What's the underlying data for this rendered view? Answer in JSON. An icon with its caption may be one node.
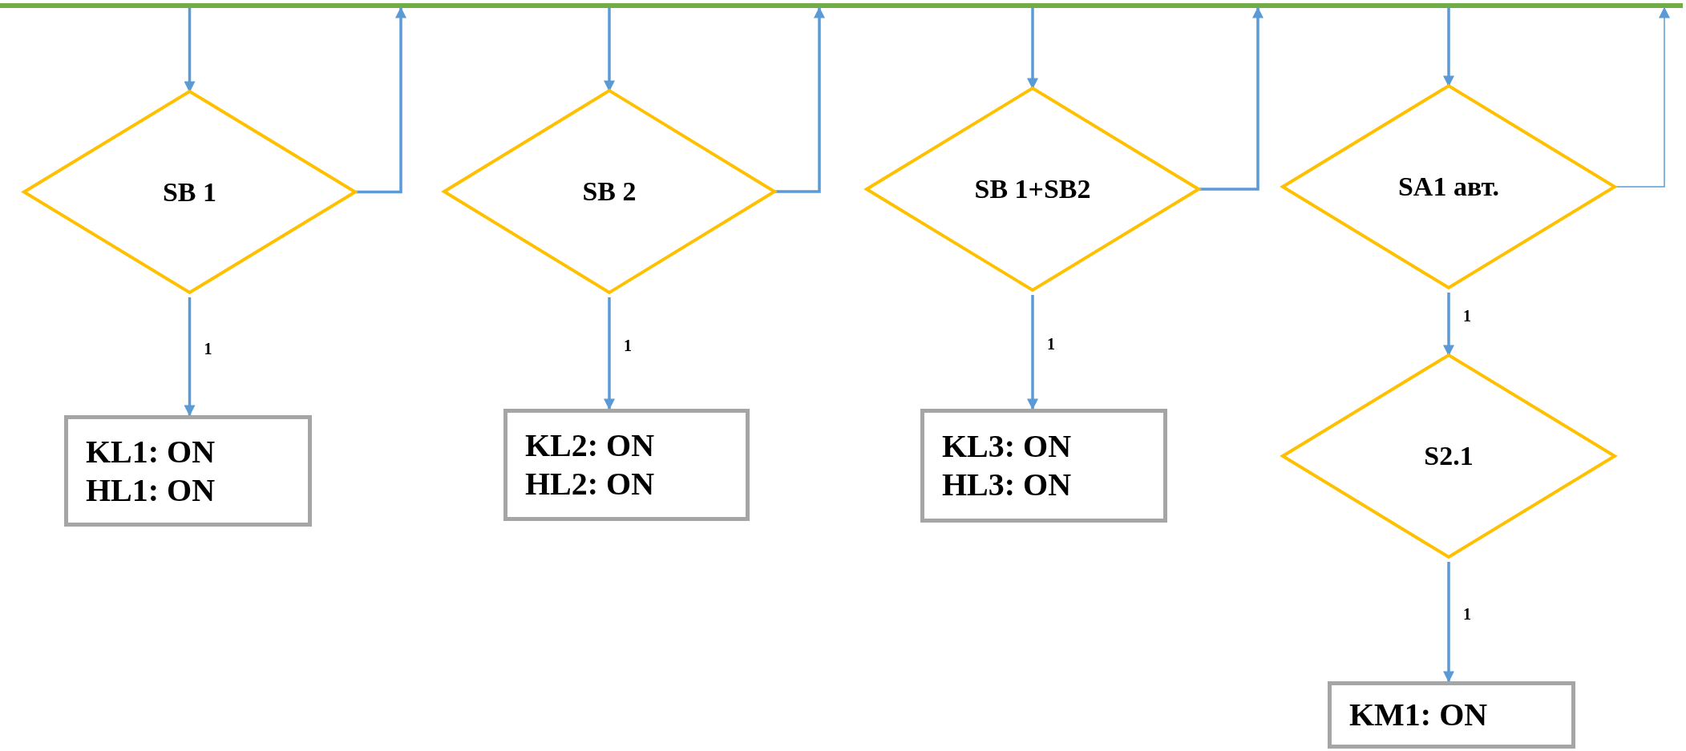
{
  "diagram": {
    "nodes": [
      {
        "text": [],
        "shape": "bar"
      },
      {
        "text": [
          "SB 1"
        ]
      },
      {
        "text": [
          "KL1: ON",
          "HL1: ON"
        ]
      },
      {
        "text": [
          "SB 2"
        ]
      },
      {
        "text": [
          "KL2: ON",
          "HL2: ON"
        ]
      },
      {
        "text": [
          "SB 1+SB2"
        ]
      },
      {
        "text": [
          "KL3: ON",
          "HL3: ON"
        ]
      },
      {
        "text": [
          "SA1 авт."
        ]
      },
      {
        "text": [
          "S2.1"
        ]
      },
      {
        "text": [
          "KM1: ON"
        ]
      }
    ],
    "edges": [
      {
        "from": 0,
        "to": 1,
        "arrow": "to"
      },
      {
        "from": 1,
        "to": 0,
        "arrow": "to"
      },
      {
        "from": 1,
        "to": 2,
        "arrow": "to",
        "label": "1"
      },
      {
        "from": 0,
        "to": 3,
        "arrow": "to"
      },
      {
        "from": 3,
        "to": 0,
        "arrow": "to"
      },
      {
        "from": 3,
        "to": 4,
        "arrow": "to",
        "label": "1"
      },
      {
        "from": 0,
        "to": 5,
        "arrow": "to"
      },
      {
        "from": 5,
        "to": 0,
        "arrow": "to"
      },
      {
        "from": 5,
        "to": 6,
        "arrow": "to",
        "label": "1"
      },
      {
        "from": 0,
        "to": 7,
        "arrow": "to"
      },
      {
        "from": 7,
        "to": 0,
        "arrow": "to"
      },
      {
        "from": 7,
        "to": 8,
        "arrow": "to",
        "label": "1"
      },
      {
        "from": 8,
        "to": 9,
        "arrow": "to",
        "label": "1"
      }
    ]
  }
}
